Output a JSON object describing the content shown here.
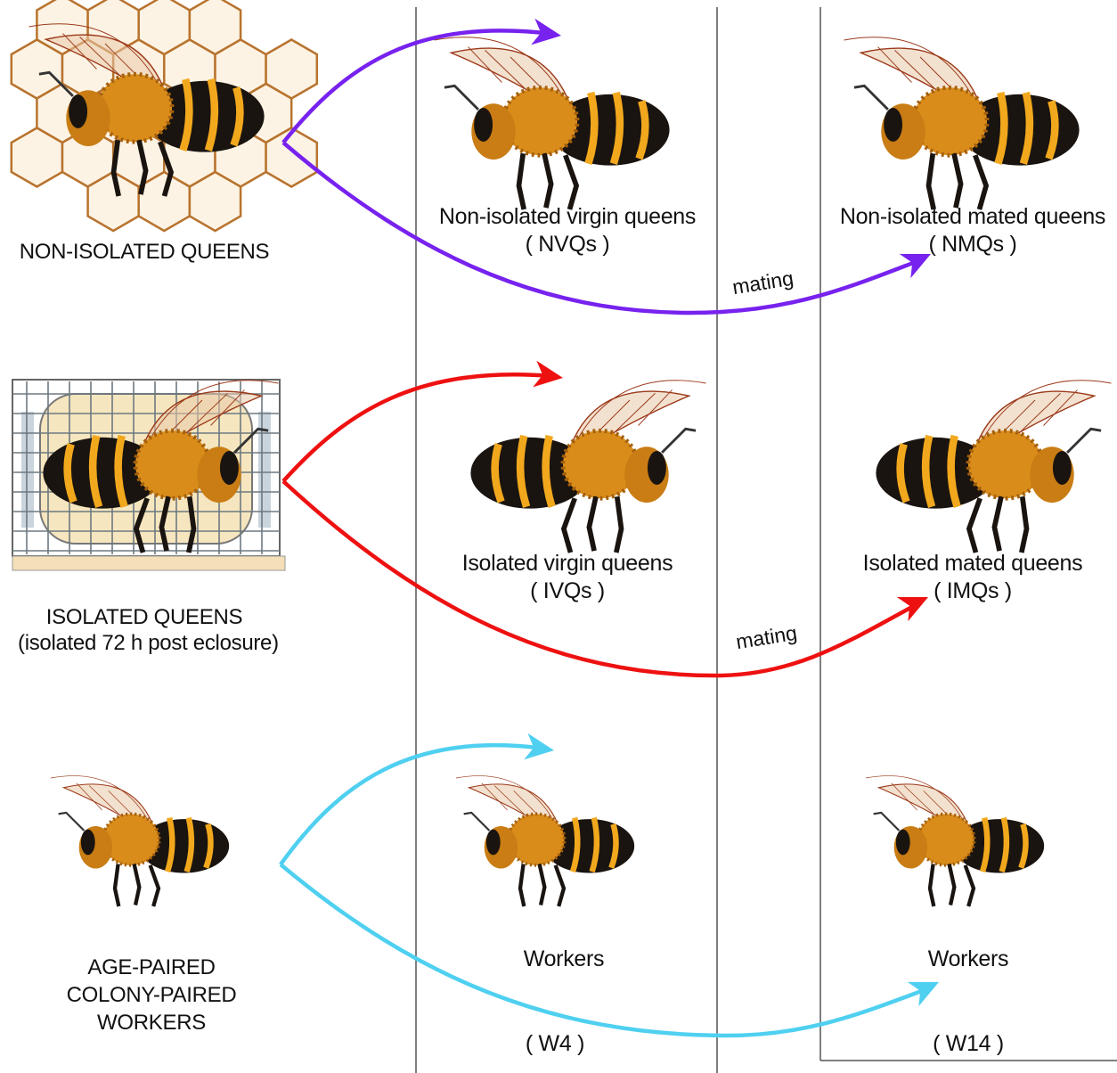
{
  "groups": {
    "non_isolated": {
      "label": "NON-ISOLATED QUEENS"
    },
    "isolated": {
      "label_line1": "ISOLATED QUEENS",
      "label_line2": "(isolated 72 h post eclosure)"
    },
    "workers": {
      "label_line1": "AGE-PAIRED",
      "label_line2": "COLONY-PAIRED",
      "label_line3": "WORKERS"
    }
  },
  "outcomes": {
    "nvq": {
      "name": "Non-isolated virgin queens",
      "code": "( NVQs )"
    },
    "nmq": {
      "name": "Non-isolated mated queens",
      "code": "( NMQs )"
    },
    "ivq": {
      "name": "Isolated virgin queens",
      "code": "( IVQs )"
    },
    "imq": {
      "name": "Isolated mated queens",
      "code": "( IMQs )"
    },
    "w4": {
      "name": "Workers",
      "code": "( W4 )"
    },
    "w14": {
      "name": "Workers",
      "code": "( W14 )"
    }
  },
  "transitions": {
    "mating_top": "mating",
    "mating_middle": "mating"
  },
  "colors": {
    "non_isolated_arrow": "#7722ee",
    "isolated_arrow": "#ee1111",
    "workers_arrow": "#4fd0f0",
    "divider": "#555555",
    "honeycomb": "#b8732e",
    "comb_fill": "#fdf3e4",
    "cage_fill": "#f6e6bf",
    "bee_stripe": "#f2a81d",
    "bee_dark": "#1a1410"
  }
}
